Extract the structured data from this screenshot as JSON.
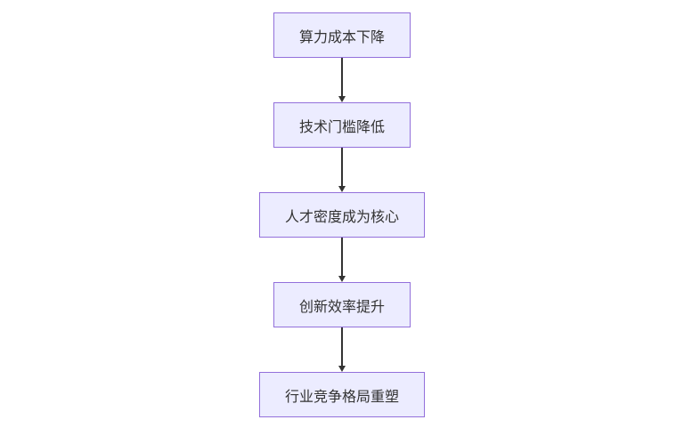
{
  "diagram": {
    "type": "flowchart",
    "direction": "top-down",
    "colors": {
      "background": "#ffffff",
      "node_fill": "#ECECFF",
      "node_border": "#9370DB",
      "text": "#333333",
      "arrow": "#333333"
    },
    "nodes": [
      {
        "id": "n1",
        "label": "算力成本下降"
      },
      {
        "id": "n2",
        "label": "技术门槛降低"
      },
      {
        "id": "n3",
        "label": "人才密度成为核心"
      },
      {
        "id": "n4",
        "label": "创新效率提升"
      },
      {
        "id": "n5",
        "label": "行业竞争格局重塑"
      }
    ],
    "edges": [
      {
        "from": "n1",
        "to": "n2"
      },
      {
        "from": "n2",
        "to": "n3"
      },
      {
        "from": "n3",
        "to": "n4"
      },
      {
        "from": "n4",
        "to": "n5"
      }
    ]
  }
}
